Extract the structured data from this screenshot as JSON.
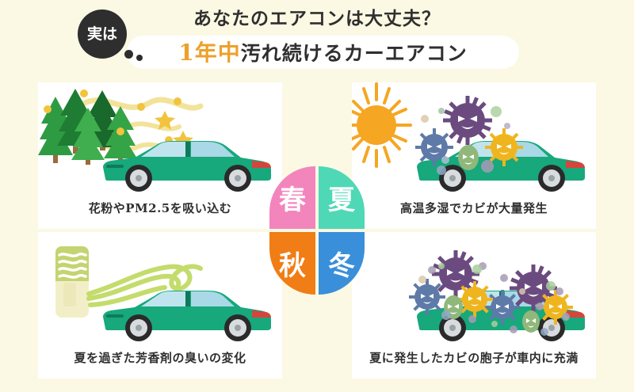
{
  "header": {
    "badge_label": "実は",
    "headline_1": "あなたのエアコンは大丈夫？",
    "headline_2_highlight": "1年中",
    "headline_2_rest": "汚れ続けるカーエアコン",
    "highlight_color": "#EDA02A",
    "badge_color": "#2E2E2E"
  },
  "wheel": {
    "spring": {
      "label": "春",
      "color": "#F285BC"
    },
    "summer": {
      "label": "夏",
      "color": "#4ED8B6"
    },
    "autumn": {
      "label": "秋",
      "color": "#F07D15"
    },
    "winter": {
      "label": "冬",
      "color": "#3A8FDB"
    }
  },
  "panels": {
    "spring": {
      "caption": "花粉やPM2.5を吸い込む",
      "art": "cedar-trees-pollen-car"
    },
    "summer": {
      "caption": "高温多湿でカビが大量発生",
      "art": "sun-mold-germs-car"
    },
    "autumn": {
      "caption": "夏を過ぎた芳香剤の臭いの変化",
      "art": "air-freshener-scent-car"
    },
    "winter": {
      "caption": "夏に発生したカビの胞子が車内に充満",
      "art": "many-mold-spores-car"
    }
  },
  "theme": {
    "background": "#FBF9E3",
    "panel_background": "#FFFFFF",
    "car_body": "#17A87C",
    "car_window": "#BFE4EE",
    "pollen": "#F2C33C",
    "sun": "#F5A623",
    "tree_green": "#2E9B43",
    "scent_green": "#C3DC6B",
    "germ_purple": "#6B4B7F",
    "germ_blue": "#5E7AA8",
    "germ_yellow": "#EFB51F",
    "germ_green": "#8FB87A",
    "text_dark": "#2F2F2F"
  }
}
